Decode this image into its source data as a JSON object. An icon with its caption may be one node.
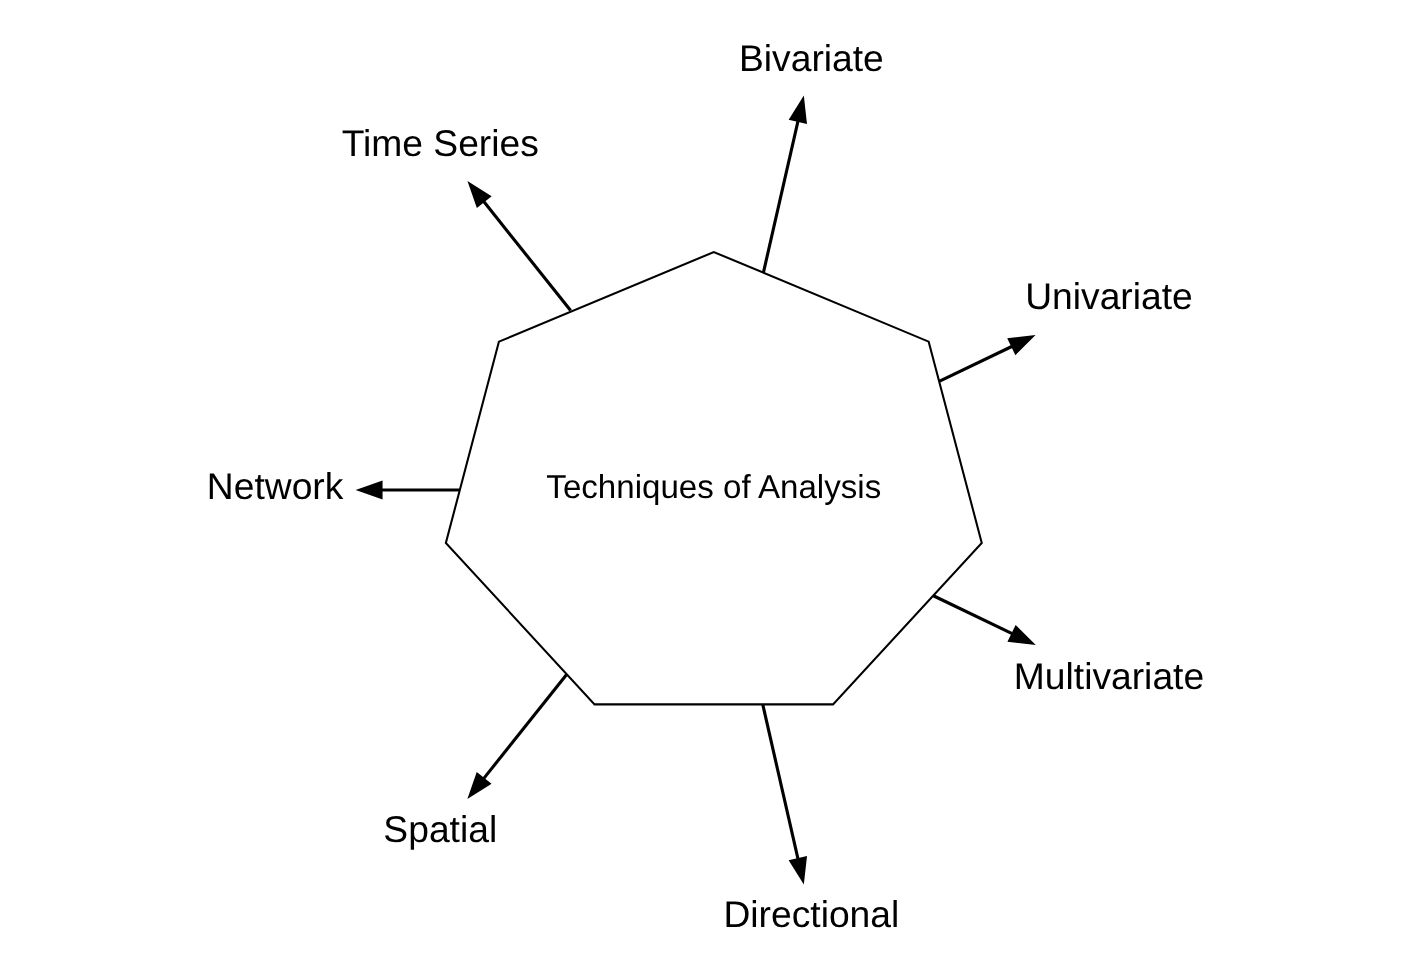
{
  "diagram": {
    "nodes": [
      {
        "text": [
          "Techniques of Analysis"
        ]
      },
      {
        "text": [
          "Univariate"
        ]
      },
      {
        "text": [
          "Bivariate"
        ]
      },
      {
        "text": [
          "Time Series"
        ]
      },
      {
        "text": [
          "Network"
        ]
      },
      {
        "text": [
          "Spatial"
        ]
      },
      {
        "text": [
          "Directional"
        ]
      },
      {
        "text": [
          "Multivariate"
        ]
      }
    ],
    "edges": [
      {
        "from": 0,
        "to": 1,
        "arrow": "to"
      },
      {
        "from": 0,
        "to": 2,
        "arrow": "to"
      },
      {
        "from": 0,
        "to": 3,
        "arrow": "to"
      },
      {
        "from": 0,
        "to": 4,
        "arrow": "to"
      },
      {
        "from": 0,
        "to": 5,
        "arrow": "to"
      },
      {
        "from": 0,
        "to": 6,
        "arrow": "to"
      },
      {
        "from": 0,
        "to": 7,
        "arrow": "to"
      }
    ]
  }
}
